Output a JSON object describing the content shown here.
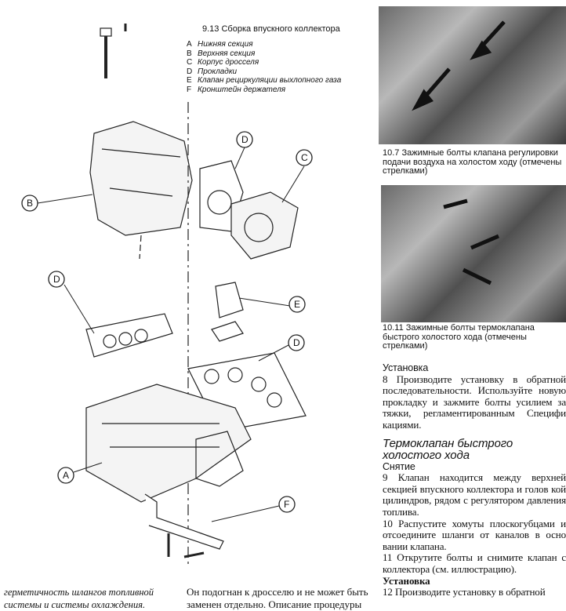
{
  "figure": {
    "title": "9.13 Сборка впускного коллектора",
    "legend": [
      {
        "key": "A",
        "text": "Нижняя секция"
      },
      {
        "key": "B",
        "text": "Верхняя секция"
      },
      {
        "key": "C",
        "text": "Корпус дросселя"
      },
      {
        "key": "D",
        "text": "Прокладки"
      },
      {
        "key": "E",
        "text": "Клапан рециркуляции выхлопного газа"
      },
      {
        "key": "F",
        "text": "Кронштейн держателя"
      }
    ],
    "callouts": [
      "D",
      "C",
      "B",
      "D",
      "E",
      "D",
      "A",
      "F"
    ]
  },
  "photos": [
    {
      "caption": "10.7 Зажимные болты клапана регулировки подачи воздуха на холостом ходу (отмечены стрелками)"
    },
    {
      "caption": "10.11 Зажимные болты термоклапана быстрого холостого хода (отмечены стрелками)"
    }
  ],
  "right_text": {
    "sub1": "Установка",
    "p8": "8   Производите установку в обратной последовательности. Используйте новую прокладку и зажмите болты усилием за тяжки, регламентированным Специфи кациями.",
    "heading": "Термоклапан быстрого холостого хода",
    "sub2": "Снятие",
    "p9": "9   Клапан находится между верхней секцией впускного коллектора и голов кой цилиндров, рядом с регулятором давления топлива.",
    "p10": "10  Распустите хомуты плоскогубцами и отсоедините шланги от каналов в осно вании клапана.",
    "p11": "11  Открутите болты и снимите клапан с коллектора (см. иллюстрацию).",
    "sub3": "Установка",
    "p12": "12  Производите установку в обратной"
  },
  "bottom_left": [
    "герметичность шлангов топливной",
    "системы и системы охлаждения."
  ],
  "bottom_mid": [
    "Он подогнан к дросселю и не может быть",
    "заменен отдельно. Описание процедуры"
  ]
}
